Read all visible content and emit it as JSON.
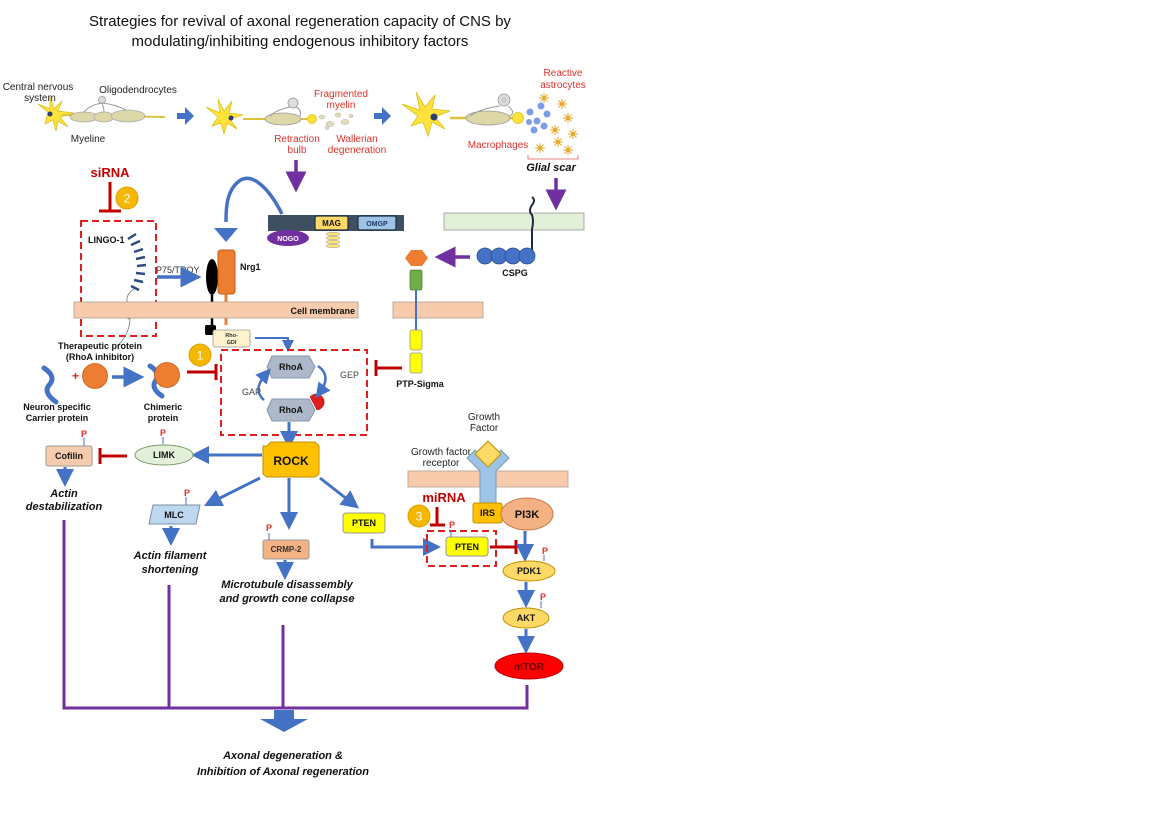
{
  "title": {
    "line1": "Strategies for revival of axonal regeneration capacity of CNS by",
    "line2": "modulating/inhibiting endogenous inhibitory factors"
  },
  "top_panel": {
    "cns_line1": "Central nervous",
    "cns_line2": "system",
    "oligodendrocytes": "Oligodendrocytes",
    "myeline": "Myeline",
    "fragmented_line1": "Fragmented",
    "fragmented_line2": "myelin",
    "retraction_line1": "Retraction",
    "retraction_line2": "bulb",
    "wallerian_line1": "Wallerian",
    "wallerian_line2": "degeneration",
    "reactive_line1": "Reactive",
    "reactive_line2": "astrocytes",
    "macrophages": "Macrophages",
    "glial_scar": "Glial scar"
  },
  "strategies": {
    "s1": "1",
    "s2": "2",
    "s3": "3",
    "sirna": "siRNA",
    "mirna": "miRNA"
  },
  "receptors": {
    "lingo": "LINGO-1",
    "p75": "P75/TROY",
    "nrg1": "Nrg1",
    "cell_membrane": "Cell membrane",
    "rho_gdi_line1": "Rho-",
    "rho_gdi_line2": "GDI",
    "nogo": "NOGO",
    "mag": "MAG",
    "omgp": "OMGP",
    "cspg": "CSPG",
    "ptp_sigma": "PTP-Sigma"
  },
  "therapeutic": {
    "title_line1": "Therapeutic protein",
    "title_line2": "(RhoA inhibitor)",
    "plus": "+",
    "carrier_line1": "Neuron specific",
    "carrier_line2": "Carrier protein",
    "chimeric_line1": "Chimeric",
    "chimeric_line2": "protein"
  },
  "rho_cycle": {
    "rhoa_top": "RhoA",
    "rhoa_bottom": "RhoA",
    "gap": "GAP",
    "gep": "GEP"
  },
  "pathway": {
    "rock": "ROCK",
    "limk": "LIMK",
    "cofilin": "Cofilin",
    "mlc": "MLC",
    "crmp2": "CRMP-2",
    "pten_left": "PTEN",
    "pten_right": "PTEN",
    "irs": "IRS",
    "pi3k": "PI3K",
    "pdk1": "PDK1",
    "akt": "AKT",
    "mtor": "mTOR",
    "phospho": "P",
    "growth_factor_line1": "Growth",
    "growth_factor_line2": "Factor",
    "gfr_line1": "Growth factor",
    "gfr_line2": "receptor"
  },
  "outcomes": {
    "actin_destab_line1": "Actin",
    "actin_destab_line2": "destabilization",
    "actin_short_line1": "Actin filament",
    "actin_short_line2": "shortening",
    "microtubule_line1": "Microtubule disassembly",
    "microtubule_line2": "and growth cone collapse",
    "final_line1": "Axonal degeneration &",
    "final_line2": "Inhibition of Axonal regeneration"
  },
  "colors": {
    "blue_arrow": "#4472c4",
    "inhibit_red": "#c00000",
    "dashed_red": "#e02020",
    "purple": "#7030a0",
    "membrane": "#f8cbad",
    "yellow_badge": "#f5b800"
  }
}
